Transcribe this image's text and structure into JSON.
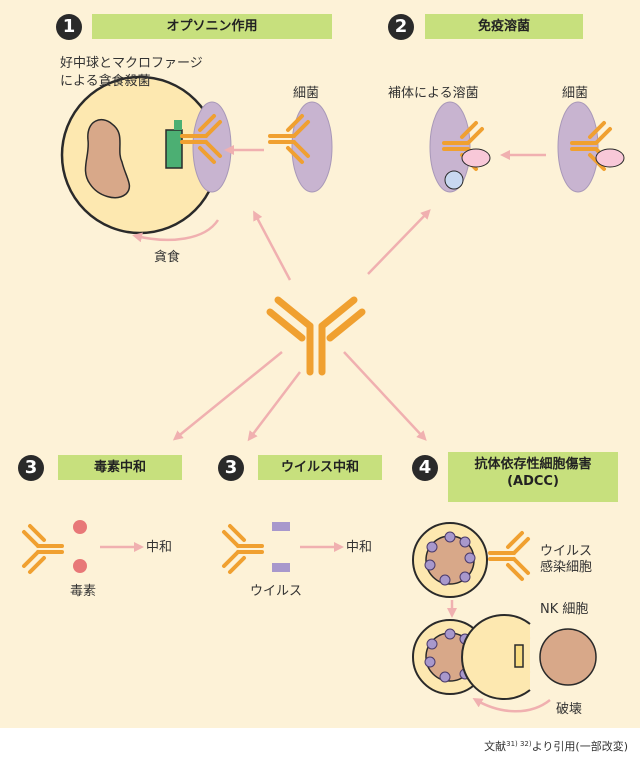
{
  "panels": {
    "p1": {
      "number": "1",
      "title": "オプソニン作用",
      "phagocyte_label_1": "好中球とマクロファージ",
      "phagocyte_label_2": "による貪食殺菌",
      "bacteria_label": "細菌",
      "phago_label": "貪食"
    },
    "p2": {
      "number": "2",
      "title": "免疫溶菌",
      "complement_label": "補体による溶菌",
      "bacteria_label": "細菌"
    },
    "p3a": {
      "number": "3",
      "title": "毒素中和",
      "toxin_label": "毒素",
      "result_label": "中和"
    },
    "p3b": {
      "number": "3",
      "title": "ウイルス中和",
      "virus_label": "ウイルス",
      "result_label": "中和"
    },
    "p4": {
      "number": "4",
      "title_1": "抗体依存性細胞傷害",
      "title_2": "(ADCC)",
      "infected_label_1": "ウイルス",
      "infected_label_2": "感染細胞",
      "nk_label": "NK 細胞",
      "destroy_label": "破壊"
    }
  },
  "citation": {
    "prefix": "文献",
    "refs": "31) 32)",
    "suffix": "より引用(一部改変)"
  },
  "colors": {
    "background": "#fdf2d7",
    "title_bar": "#c7e07d",
    "antibody": "#f0a030",
    "arrow": "#f0b0b0",
    "bacteria": "#c8b4d0",
    "cell": "#fde8b0",
    "nucleus": "#d8a889",
    "green": "#4caf73",
    "complement": "#f8c8d8",
    "toxin": "#e87878",
    "virus": "#a898cc"
  }
}
